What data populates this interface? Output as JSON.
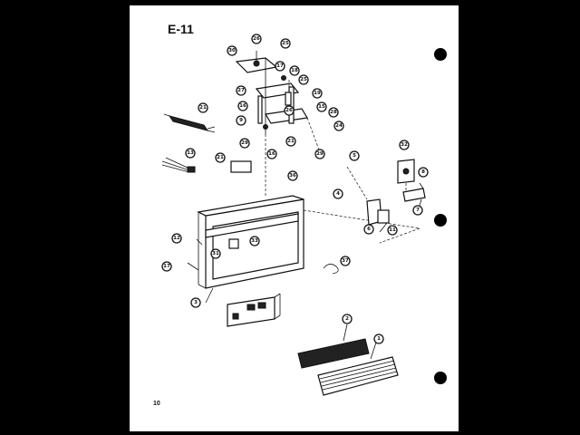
{
  "page": {
    "title": "E-11",
    "page_number": "10"
  },
  "callouts": {
    "c1": "1",
    "c2": "2",
    "c3": "3",
    "c4": "4",
    "c5": "5",
    "c6": "6",
    "c7": "7",
    "c8": "8",
    "c9": "9",
    "c10": "10",
    "c11": "11",
    "c12": "12",
    "c13": "13",
    "c14": "14",
    "c15": "15",
    "c16": "16",
    "c17": "17",
    "c18": "18",
    "c19": "19",
    "c20": "20",
    "c21": "21",
    "c22": "22",
    "c24": "24",
    "c25": "25",
    "c26": "26",
    "c27": "27",
    "c28": "28",
    "c29": "29",
    "c30": "30",
    "c31": "31",
    "c32": "32",
    "c33": "33",
    "c36": "36",
    "c37": "37"
  }
}
